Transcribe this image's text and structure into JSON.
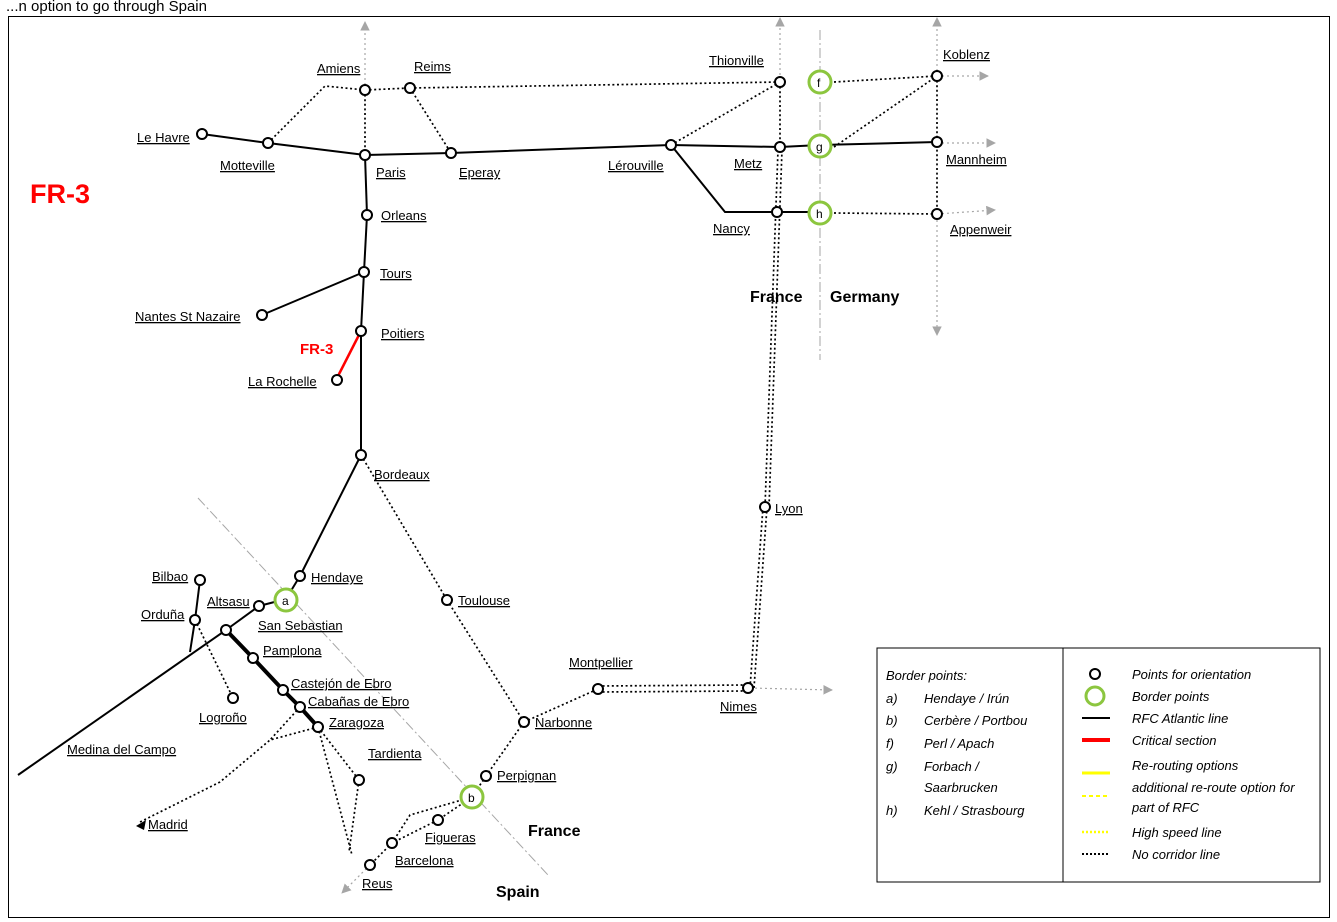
{
  "caption": "...n option to go through Spain",
  "title": "FR-3",
  "critical_label": "FR-3",
  "countries": {
    "france_north": "France",
    "germany": "Germany",
    "france_south": "France",
    "spain": "Spain"
  },
  "stations": {
    "amiens": "Amiens",
    "reims": "Reims",
    "thionville": "Thionville",
    "koblenz": "Koblenz",
    "le_havre": "Le Havre",
    "motteville": "Motteville",
    "paris": "Paris",
    "eperay": "Eperay",
    "lerouville": "Lérouville",
    "metz": "Metz",
    "mannheim": "Mannheim",
    "nancy": "Nancy",
    "appenweir": "Appenweir",
    "orleans": "Orleans",
    "tours": "Tours",
    "nantes": "Nantes St Nazaire",
    "poitiers": "Poitiers",
    "la_rochelle": "La Rochelle",
    "bordeaux": "Bordeaux",
    "lyon": "Lyon",
    "hendaye": "Hendaye",
    "bilbao": "Bilbao",
    "altsasu": "Altsasu",
    "orduna": "Orduña",
    "san_sebastian": "San Sebastian",
    "toulouse": "Toulouse",
    "pamplona": "Pamplona",
    "montpellier": "Montpellier",
    "castejon": "Castejón de Ebro",
    "cabanas": "Cabañas de Ebro",
    "logrono": "Logroño",
    "zaragoza": "Zaragoza",
    "nimes": "Nimes",
    "narbonne": "Narbonne",
    "medina": "Medina del Campo",
    "tardienta": "Tardienta",
    "perpignan": "Perpignan",
    "madrid": "Madrid",
    "figueras": "Figueras",
    "barcelona": "Barcelona",
    "reus": "Reus"
  },
  "border_letters": {
    "a": "a",
    "b": "b",
    "f": "f",
    "g": "g",
    "h": "h"
  },
  "legend_left": {
    "heading": "Border points:",
    "items": [
      {
        "key": "a)",
        "text": "Hendaye / Irún"
      },
      {
        "key": "b)",
        "text": "Cerbère / Portbou"
      },
      {
        "key": "f)",
        "text": "Perl / Apach"
      },
      {
        "key": "g)",
        "text": "Forbach /"
      },
      {
        "key": "",
        "text": "Saarbrucken"
      },
      {
        "key": "h)",
        "text": "Kehl  / Strasbourg"
      }
    ]
  },
  "legend_right": [
    {
      "symbol": "point",
      "text": "Points for orientation"
    },
    {
      "symbol": "border",
      "text": "Border points"
    },
    {
      "symbol": "rfc",
      "text": "RFC Atlantic line"
    },
    {
      "symbol": "critical",
      "text": "Critical section"
    },
    {
      "symbol": "reroute",
      "text": "Re-routing options"
    },
    {
      "symbol": "additional",
      "text": "additional re-route option for"
    },
    {
      "symbol": "none",
      "text": "part of RFC"
    },
    {
      "symbol": "highspeed",
      "text": "High speed line"
    },
    {
      "symbol": "nocorridor",
      "text": "No corridor line"
    }
  ],
  "colors": {
    "critical": "#ff0000",
    "border_point": "#8cc63f",
    "reroute": "#ffff00",
    "line": "#000000",
    "arrow": "#a6a6a6"
  }
}
